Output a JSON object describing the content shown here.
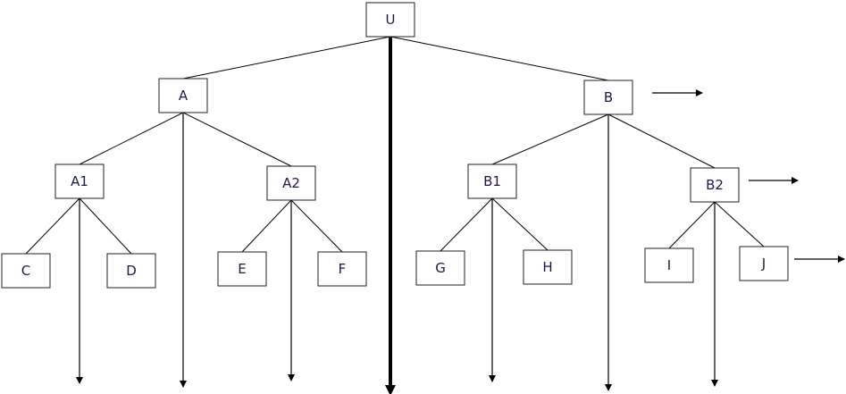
{
  "diagram": {
    "nodes": [
      {
        "id": "U",
        "label": "U"
      },
      {
        "id": "A",
        "label": "A"
      },
      {
        "id": "B",
        "label": "B"
      },
      {
        "id": "A1",
        "label": "A1"
      },
      {
        "id": "A2",
        "label": "A2"
      },
      {
        "id": "B1",
        "label": "B1"
      },
      {
        "id": "B2",
        "label": "B2"
      },
      {
        "id": "C",
        "label": "C"
      },
      {
        "id": "D",
        "label": "D"
      },
      {
        "id": "E",
        "label": "E"
      },
      {
        "id": "F",
        "label": "F"
      },
      {
        "id": "G",
        "label": "G"
      },
      {
        "id": "H",
        "label": "H"
      },
      {
        "id": "I",
        "label": "I"
      },
      {
        "id": "J",
        "label": "J"
      }
    ],
    "edges": [
      {
        "from": "U",
        "to": "A"
      },
      {
        "from": "U",
        "to": "B"
      },
      {
        "from": "A",
        "to": "A1"
      },
      {
        "from": "A",
        "to": "A2"
      },
      {
        "from": "B",
        "to": "B1"
      },
      {
        "from": "B",
        "to": "B2"
      },
      {
        "from": "A1",
        "to": "C"
      },
      {
        "from": "A1",
        "to": "D"
      },
      {
        "from": "A2",
        "to": "E"
      },
      {
        "from": "A2",
        "to": "F"
      },
      {
        "from": "B1",
        "to": "G"
      },
      {
        "from": "B1",
        "to": "H"
      },
      {
        "from": "B2",
        "to": "I"
      },
      {
        "from": "B2",
        "to": "J"
      }
    ],
    "down_arrows": [
      "U",
      "A",
      "B",
      "A1",
      "A2",
      "B1",
      "B2"
    ],
    "side_arrows": [
      "B",
      "B2",
      "J"
    ]
  }
}
